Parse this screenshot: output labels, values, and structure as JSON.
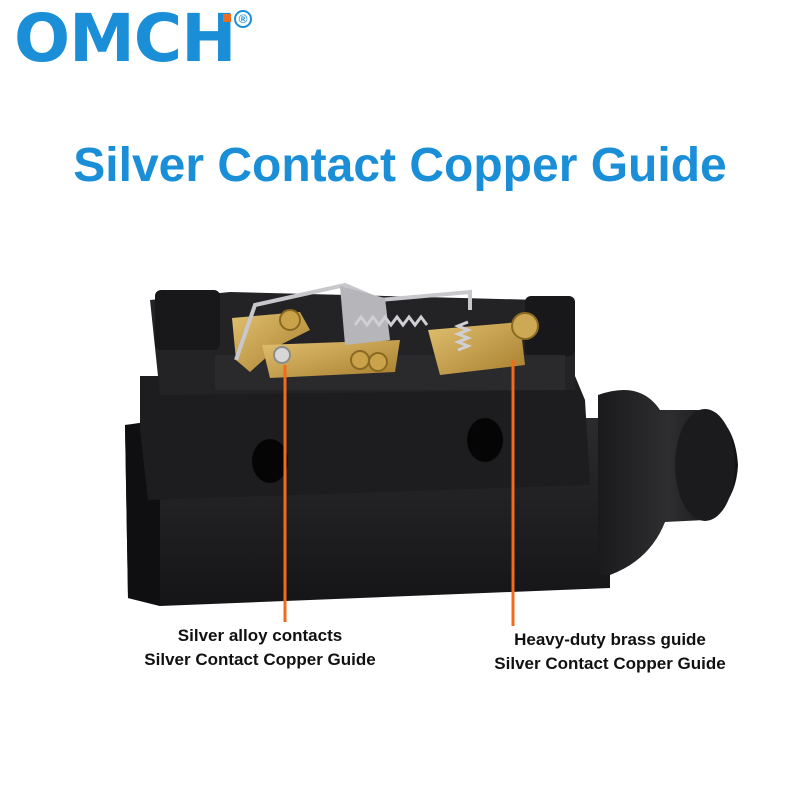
{
  "brand": {
    "logo_text": "OMCH",
    "registered_mark": "®",
    "color": "#1a8fd8",
    "accent": "#f26a1b"
  },
  "headline": "Silver Contact Copper Guide",
  "product": {
    "icon": "limit-switch-illustration",
    "body_color": "#1c1c1e",
    "brass_color": "#c9a24a",
    "leader_color": "#f26a1b"
  },
  "callouts": [
    {
      "line1": "Silver alloy contacts",
      "line2": "Silver Contact Copper Guide"
    },
    {
      "line1": "Heavy-duty brass guide",
      "line2": "Silver Contact Copper Guide"
    }
  ]
}
